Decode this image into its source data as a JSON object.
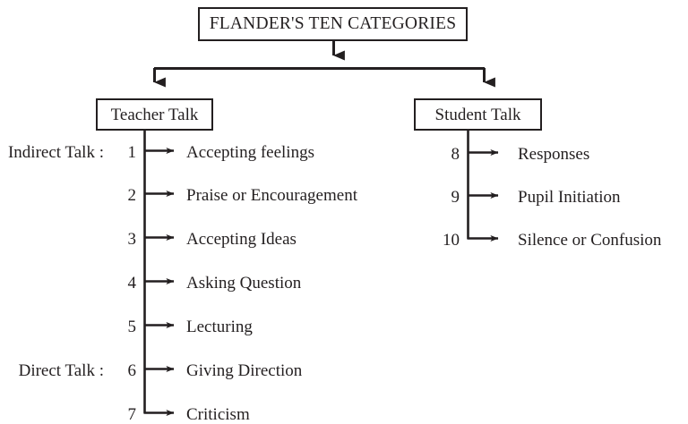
{
  "diagram": {
    "title": "FLANDER'S TEN CATEGORIES",
    "branches": [
      {
        "name": "teacher-talk",
        "box_label": "Teacher Talk",
        "captions": [
          {
            "text": "Indirect Talk :",
            "for_number": "1"
          },
          {
            "text": "Direct Talk :",
            "for_number": "6"
          }
        ],
        "items": [
          {
            "number": "1",
            "label": "Accepting feelings"
          },
          {
            "number": "2",
            "label": "Praise or Encouragement"
          },
          {
            "number": "3",
            "label": "Accepting Ideas"
          },
          {
            "number": "4",
            "label": "Asking Question"
          },
          {
            "number": "5",
            "label": "Lecturing"
          },
          {
            "number": "6",
            "label": "Giving Direction"
          },
          {
            "number": "7",
            "label": "Criticism"
          }
        ]
      },
      {
        "name": "student-talk",
        "box_label": "Student Talk",
        "captions": [],
        "items": [
          {
            "number": "8",
            "label": "Responses"
          },
          {
            "number": "9",
            "label": "Pupil Initiation"
          },
          {
            "number": "10",
            "label": "Silence or Confusion"
          }
        ]
      }
    ],
    "colors": {
      "line": "#231f20",
      "text": "#231f20",
      "background": "#ffffff"
    }
  }
}
